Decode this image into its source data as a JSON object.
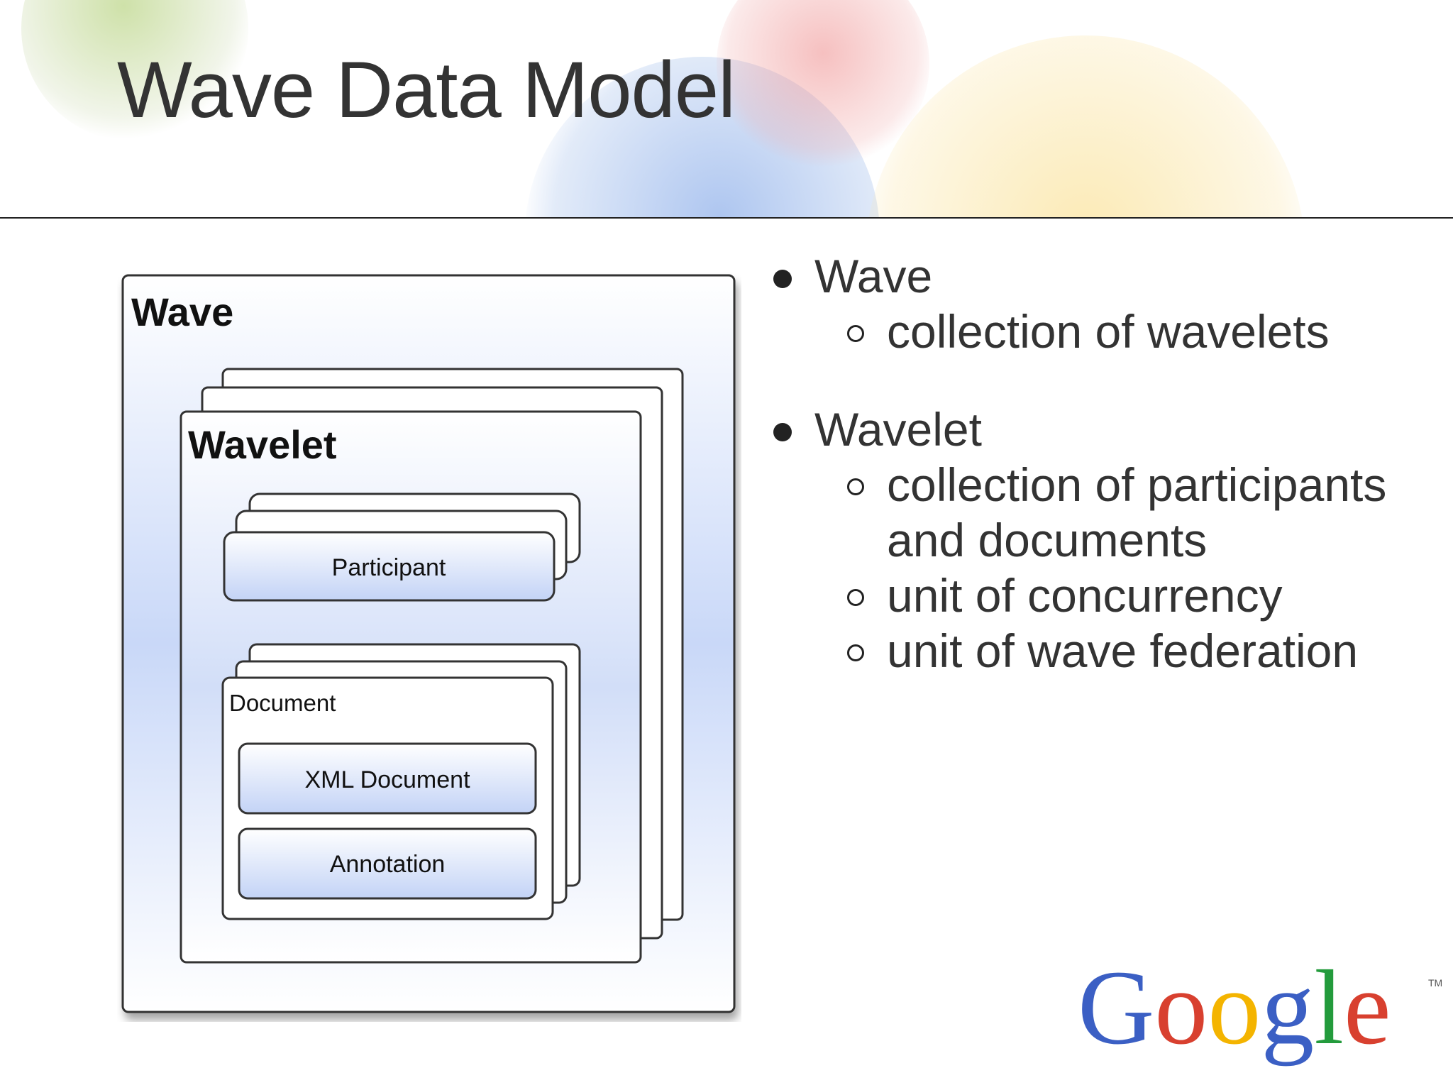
{
  "slide": {
    "title": "Wave Data Model"
  },
  "diagram": {
    "wave_label": "Wave",
    "wavelet_label": "Wavelet",
    "participant_label": "Participant",
    "document_label": "Document",
    "xml_document_label": "XML Document",
    "annotation_label": "Annotation"
  },
  "bullets": [
    {
      "text": "Wave",
      "subs": [
        "collection of wavelets"
      ]
    },
    {
      "text": "Wavelet",
      "subs": [
        "collection of participants and documents",
        "unit of concurrency",
        "unit of wave federation"
      ]
    }
  ],
  "logo": {
    "text": "Google",
    "tm": "TM",
    "colors": [
      "#3b5fc4",
      "#d8402f",
      "#f4b400",
      "#3b5fc4",
      "#239b3c",
      "#d8402f"
    ]
  }
}
